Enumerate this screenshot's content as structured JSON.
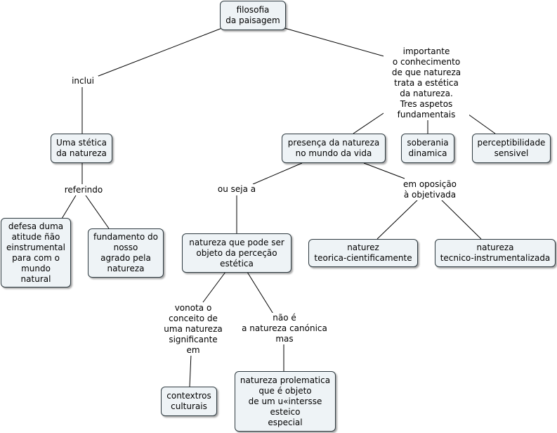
{
  "nodes": {
    "root": "filosofia\nda paisagem",
    "estetica": "Uma stética\nda natureza",
    "defesa": "defesa duma\natitude ñão\neinstrumental\npara com o\nmundo\nnatural",
    "fundamento": "fundamento do\nnosso\nagrado pela\nnatureza",
    "presenca": "presença da natureza\nno mundo da vida",
    "soberania": "soberania\ndinamica",
    "percept": "perceptibilidade\nsensivel",
    "pode_ser": "natureza que pode ser\nobjeto da perceção\nestética",
    "teorica": "naturez\nteorica-cientificamente",
    "tecnico": "natureza\ntecnico-instrumentalizada",
    "contextos": "contextros\nculturais",
    "prolematica": "natureza prolematica\nque é objeto\nde um u«intersse\nesteico\nespecial"
  },
  "links": {
    "inclui": "inclui",
    "importante": "importante\no conhecimento\nde que natureza\ntrata a estética\nda natureza.\nTres aspetos\nfundamentais",
    "referindo": "referindo",
    "ou_seja": "ou seja a",
    "oposicao": "em oposição\nà objetivada",
    "vonota": "vonota o\nconceito de\numa natureza\nsignificante\nem",
    "nao_e": "não é\na natureza canónica\nmas"
  }
}
